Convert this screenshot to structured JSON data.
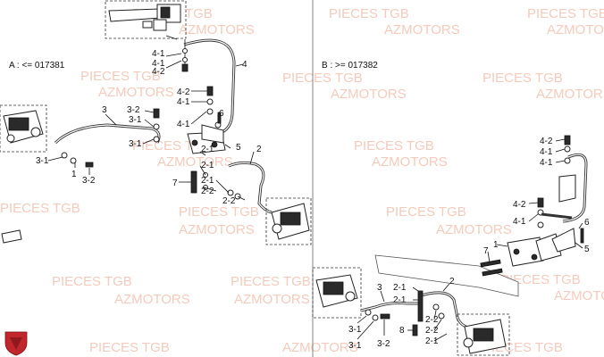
{
  "watermark": {
    "line1": "PIECES TGB",
    "line2": "AZMOTORS",
    "color": "#f1b9a6"
  },
  "variants": {
    "a_label": "A : <= 017381",
    "b_label": "B : >= 017382"
  },
  "callouts_a": {
    "c_4_1_top": "4-1",
    "c_4_1_b": "4-1",
    "c_4_2_top": "4-2",
    "c_4": "4",
    "c_4_2_mid": "4-2",
    "c_4_1_mid": "4-1",
    "c_4_1_low": "4-1",
    "c_6": "6",
    "c_3": "3",
    "c_3_2_top": "3-2",
    "c_3_1_top": "3-1",
    "c_3_1_mid": "3-1",
    "c_5": "5",
    "c_2": "2",
    "c_2_1_a": "2-1",
    "c_2_1_b": "2-1",
    "c_2_2_a": "2-2",
    "c_7": "7",
    "c_2_1_c": "2-1",
    "c_2_2_b": "2-2",
    "c_3_1_low": "3-1",
    "c_1": "1",
    "c_3_2_low": "3-2"
  },
  "callouts_b": {
    "c_4_2_top": "4-2",
    "c_4_1_a": "4-1",
    "c_4_1_b": "4-1",
    "c_4_2_mid": "4-2",
    "c_4_1_c": "4-1",
    "c_6": "6",
    "c_5": "5",
    "c_1": "1",
    "c_7": "7",
    "c_3": "3",
    "c_2_1_a": "2-1",
    "c_2": "2",
    "c_2_1_b": "2-1",
    "c_2_2_a": "2-2",
    "c_2_2_b": "2-2",
    "c_2_1_c": "2-1",
    "c_3_1_a": "3-1",
    "c_3_2": "3-2",
    "c_3_1_b": "3-1",
    "c_8": "8"
  },
  "logo_color": "#c0262b"
}
